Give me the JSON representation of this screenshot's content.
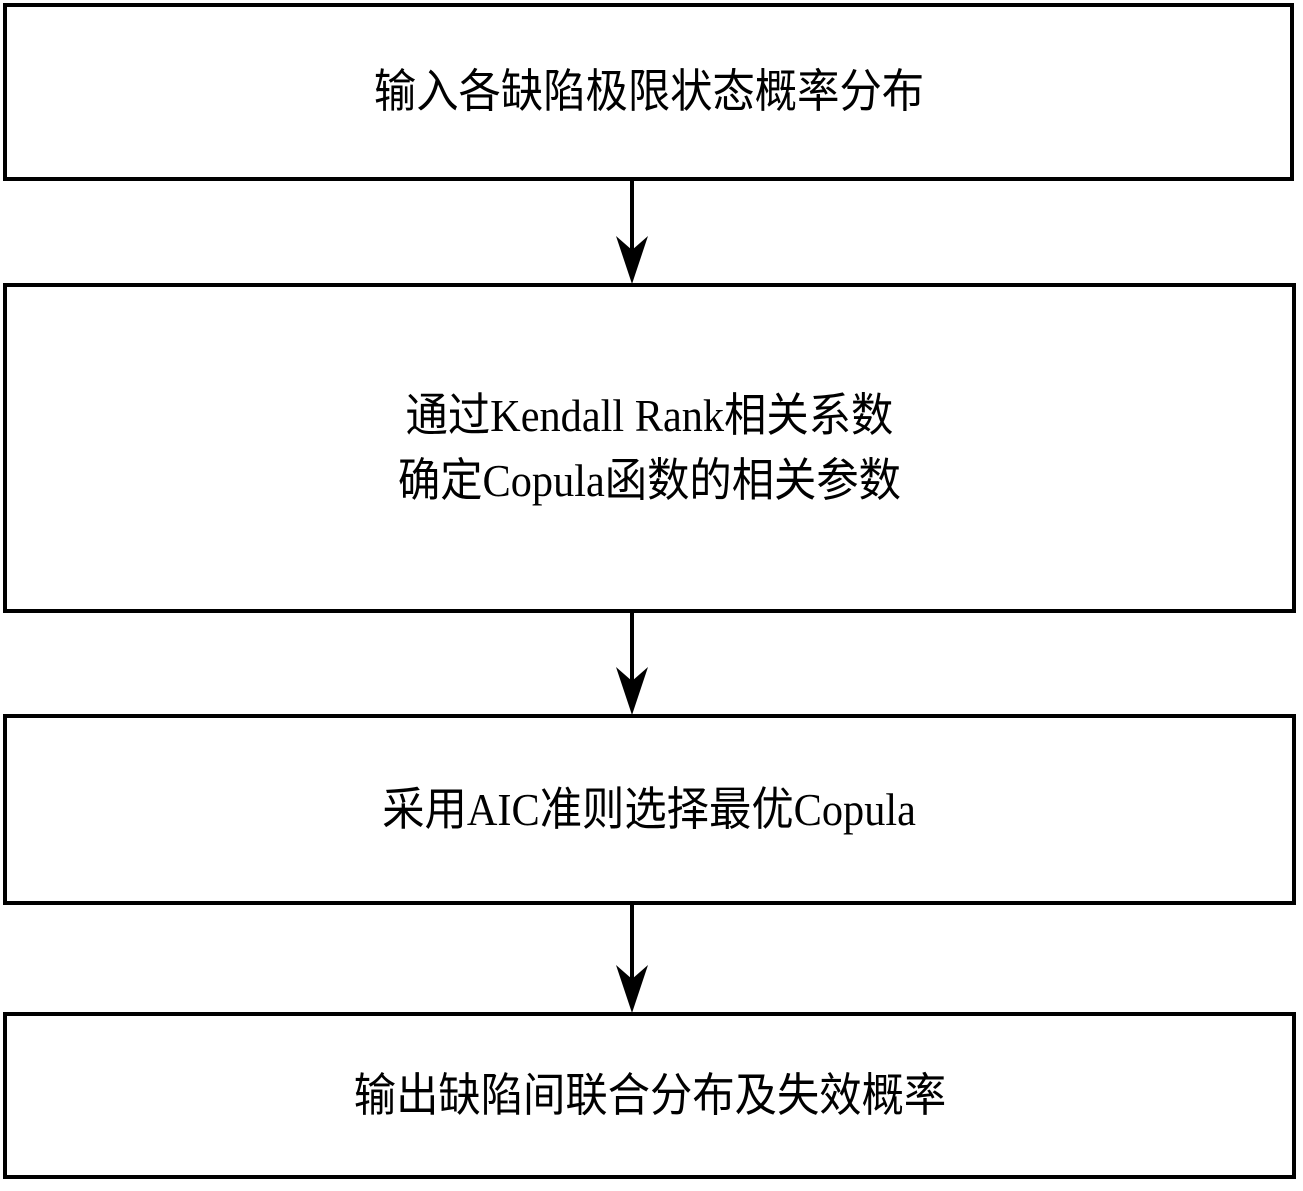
{
  "diagram": {
    "title": "Copula-based defect joint distribution flowchart",
    "type": "flowchart",
    "orientation": "vertical",
    "background_color": "#ffffff",
    "line_color": "#000000",
    "node_fill_color": "#ffffff",
    "nodes": [
      {
        "id": "node-1",
        "role": "input",
        "lines": [
          "输入各缺陷极限状态概率分布"
        ]
      },
      {
        "id": "node-2",
        "role": "process",
        "lines": [
          "通过Kendall Rank相关系数",
          "确定Copula函数的相关参数"
        ]
      },
      {
        "id": "node-3",
        "role": "process",
        "lines": [
          "采用AIC准则选择最优Copula"
        ]
      },
      {
        "id": "node-4",
        "role": "output",
        "lines": [
          "输出缺陷间联合分布及失效概率"
        ]
      }
    ],
    "connectors": [
      {
        "id": "arrow-1",
        "from": "node-1",
        "to": "node-2",
        "style": "solid-arrow-down"
      },
      {
        "id": "arrow-2",
        "from": "node-2",
        "to": "node-3",
        "style": "solid-arrow-down"
      },
      {
        "id": "arrow-3",
        "from": "node-3",
        "to": "node-4",
        "style": "solid-arrow-down"
      }
    ]
  }
}
